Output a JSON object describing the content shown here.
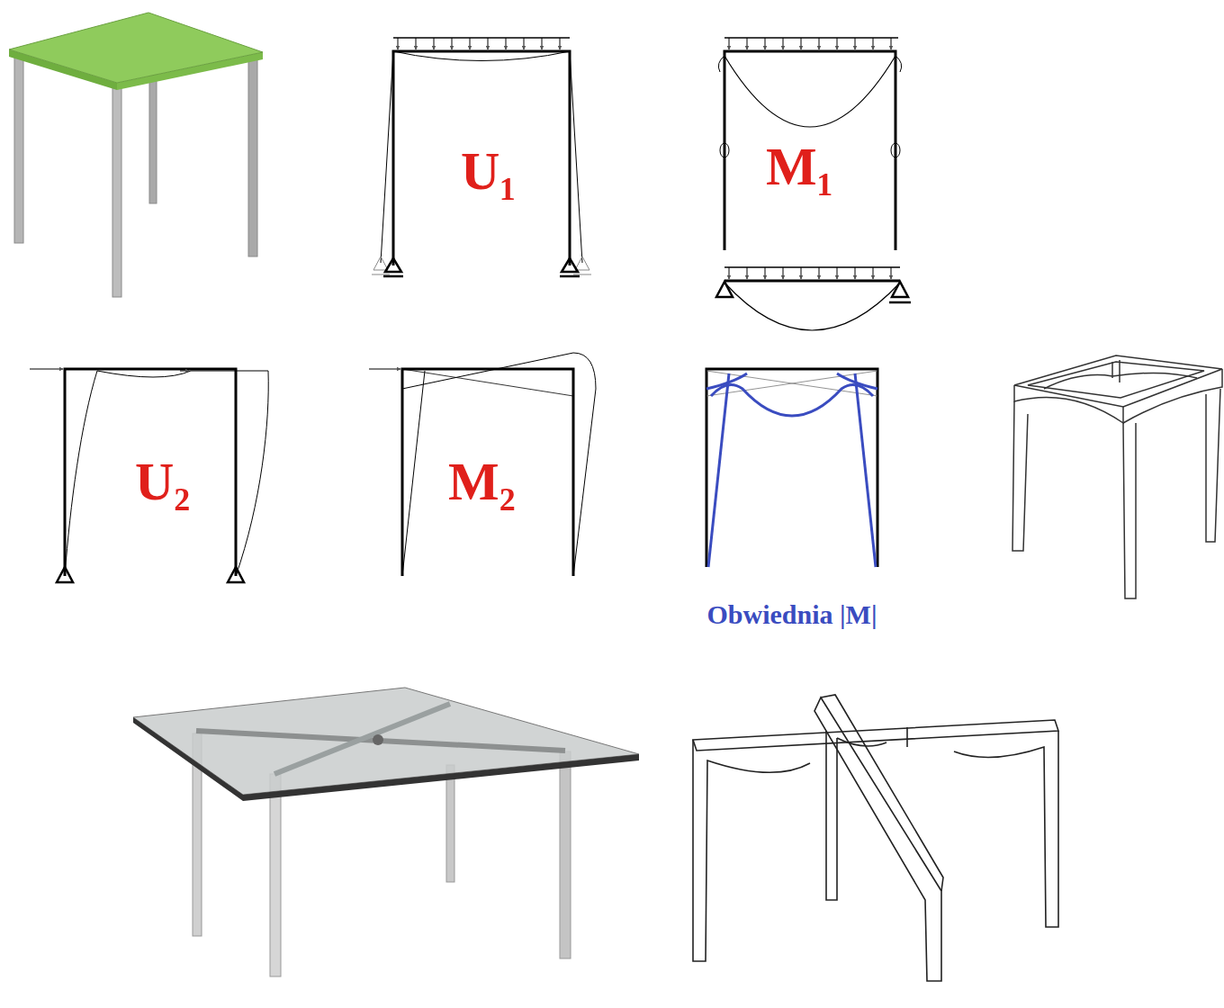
{
  "diagram": {
    "labels": [
      "U₁",
      "M₁",
      "U₂",
      "M₂",
      "Obwiednia |M|"
    ]
  }
}
